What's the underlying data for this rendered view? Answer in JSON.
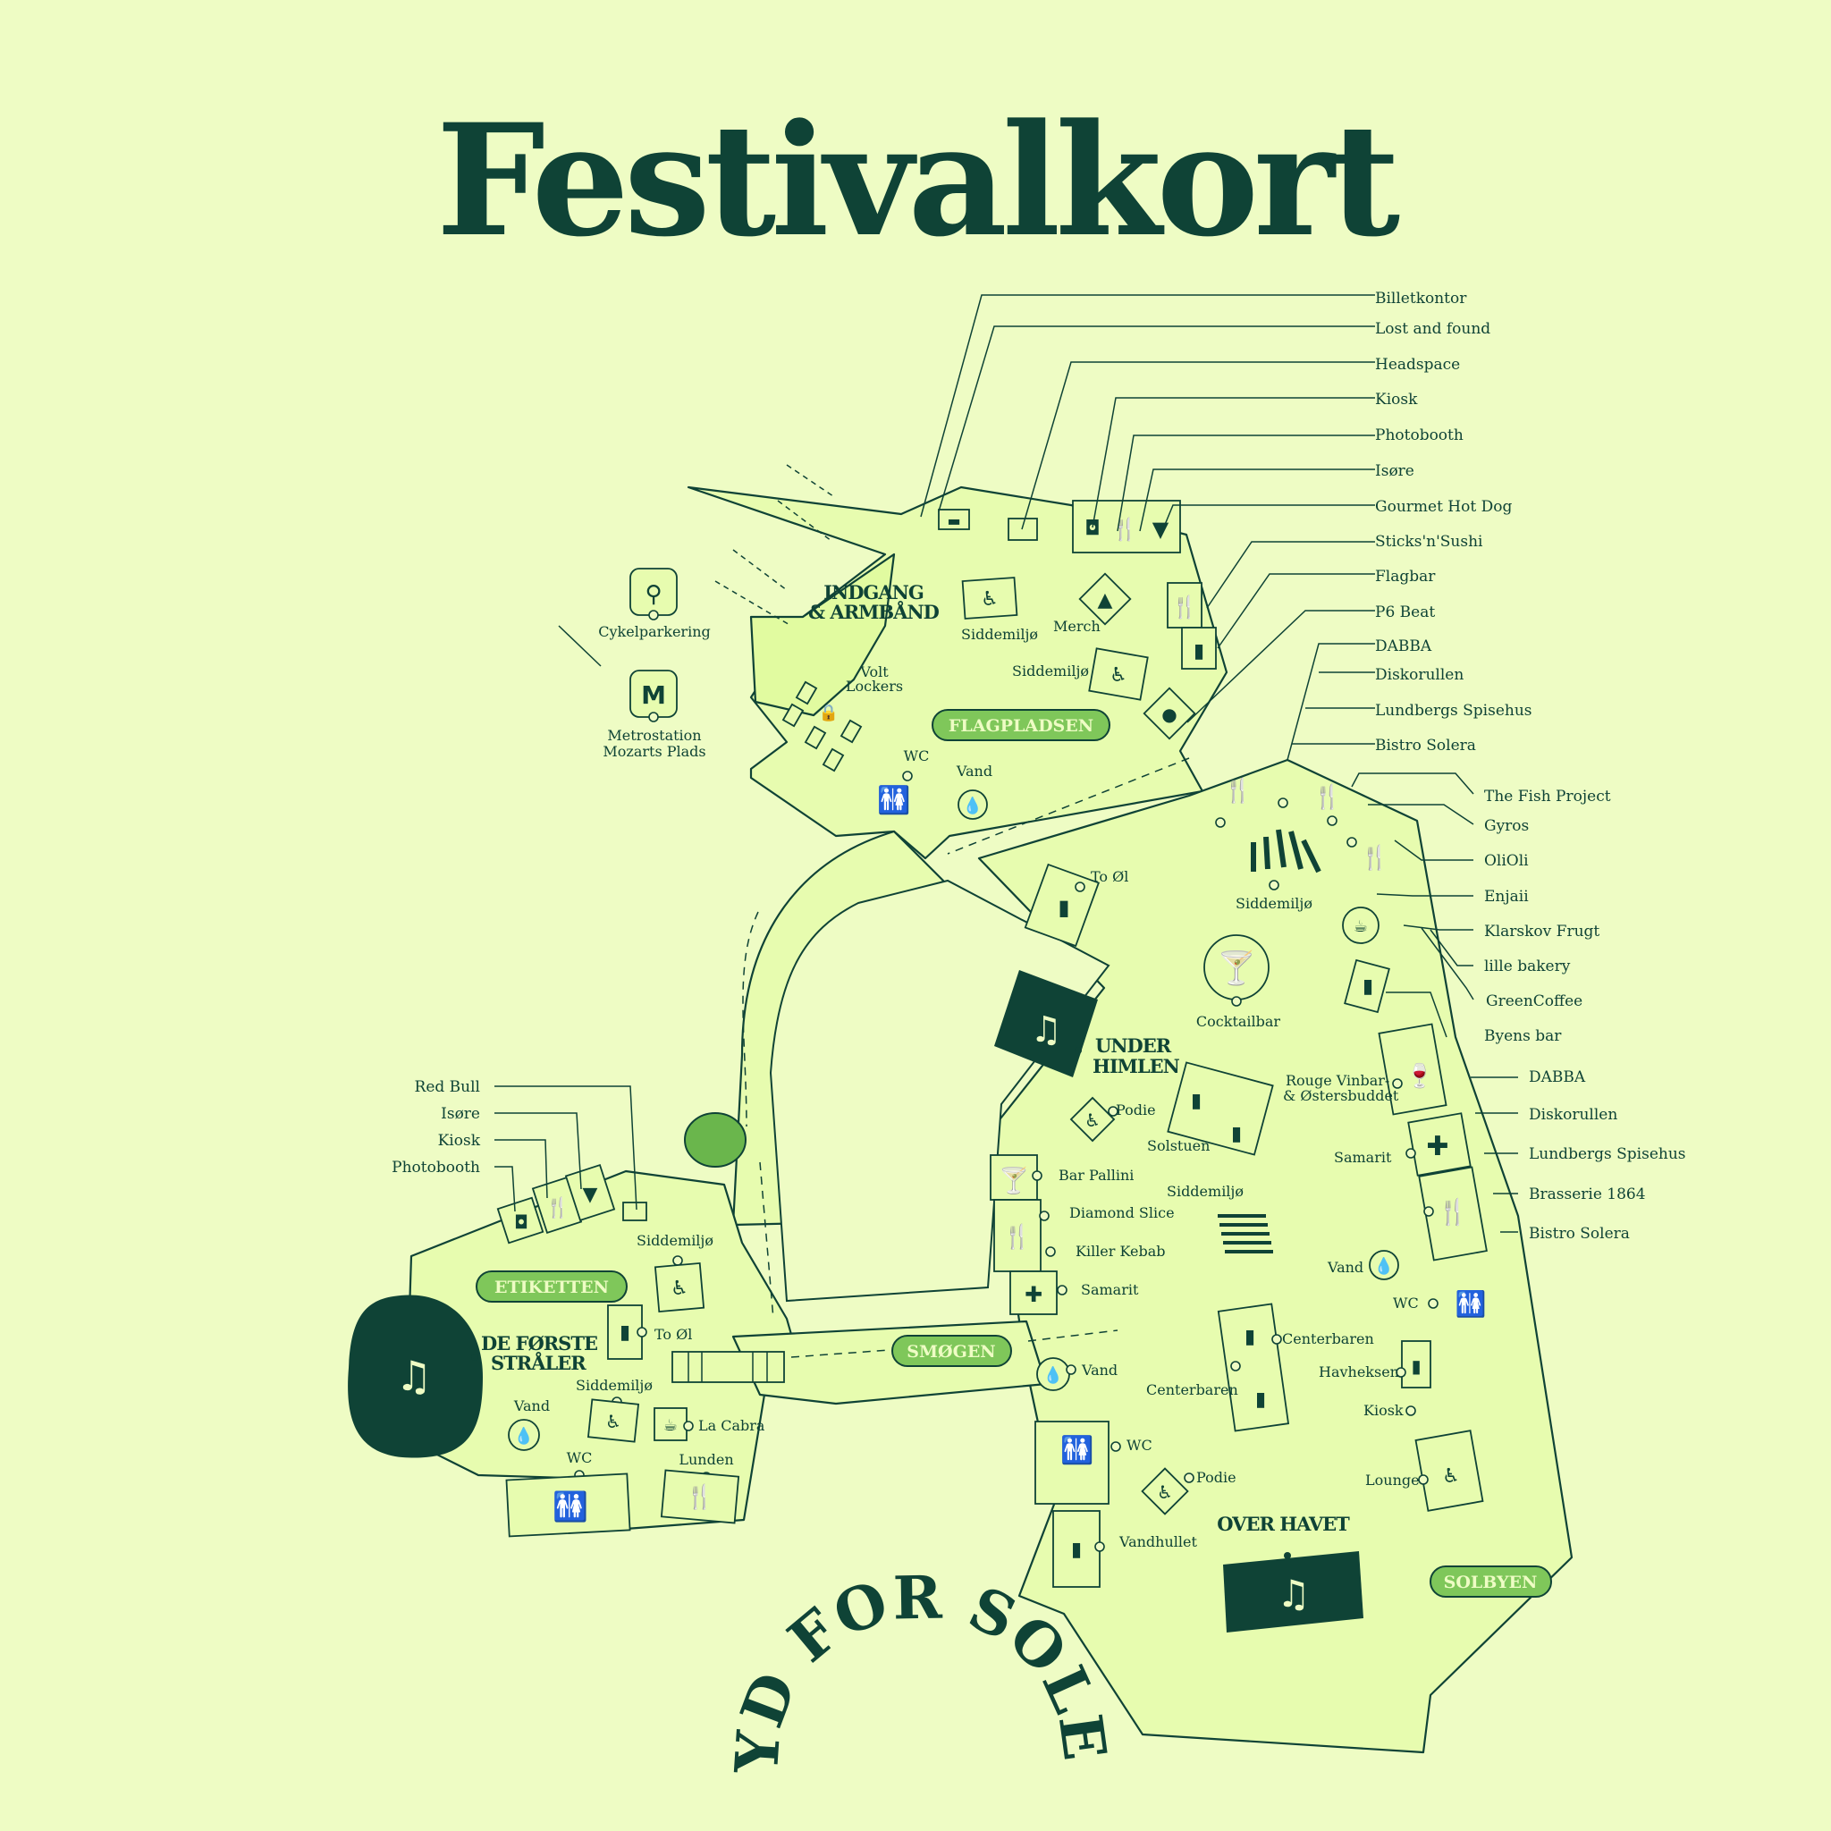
{
  "title": "Festivalkort",
  "brand": "SYD FOR SOLEN",
  "colors": {
    "background": "#eefcc4",
    "map_fill": "#e7fcaf",
    "ink": "#0f4336",
    "area_badge": "#7fc75a",
    "tree": "#6ab64c"
  },
  "areas": {
    "flagpladsen": "FLAGPLADSEN",
    "etiketten": "ETIKETTEN",
    "smoegen": "SMØGEN",
    "solbyen": "SOLBYEN"
  },
  "stages": {
    "indgang_1": "INDGANG",
    "indgang_2": "& ARMBÅND",
    "under_1": "UNDER",
    "under_2": "HIMLEN",
    "forste_1": "DE FØRSTE",
    "forste_2": "STRÅLER",
    "over": "OVER HAVET"
  },
  "outside": {
    "bike": "Cykelparkering",
    "metro_1": "Metrostation",
    "metro_2": "Mozarts Plads",
    "metro_letter": "M"
  },
  "legend_top": [
    "Billetkontor",
    "Lost and found",
    "Headspace",
    "Kiosk",
    "Photobooth",
    "Isøre",
    "Gourmet Hot Dog",
    "Sticks'n'Sushi",
    "Flagbar",
    "P6 Beat",
    "DABBA",
    "Diskorullen",
    "Lundbergs Spisehus",
    "Bistro Solera"
  ],
  "legend_mid": [
    "The Fish Project",
    "Gyros",
    "OliOli",
    "Enjaii",
    "Klarskov Frugt",
    "lille bakery",
    "GreenCoffee",
    "Byens bar"
  ],
  "legend_right": [
    "DABBA",
    "Diskorullen",
    "Lundbergs Spisehus",
    "Brasserie 1864",
    "Bistro Solera"
  ],
  "legend_left": [
    "Red Bull",
    "Isøre",
    "Kiosk",
    "Photobooth"
  ],
  "labels": {
    "volt_1": "Volt",
    "volt_2": "Lockers",
    "siddemiljo": "Siddemiljø",
    "merch": "Merch",
    "wc": "WC",
    "vand": "Vand",
    "to_ol": "To Øl",
    "cocktailbar": "Cocktailbar",
    "podie": "Podie",
    "solstuen": "Solstuen",
    "rouge_1": "Rouge Vinbar-",
    "rouge_2": "& Østersbuddet",
    "samarit": "Samarit",
    "bar_pallini": "Bar Pallini",
    "diamond_slice": "Diamond Slice",
    "killer_kebab": "Killer Kebab",
    "centerbaren": "Centerbaren",
    "havheksen": "Havheksen",
    "kiosk": "Kiosk",
    "lounge": "Lounge",
    "vandhullet": "Vandhullet",
    "la_cabra": "La Cabra",
    "lunden": "Lunden"
  }
}
